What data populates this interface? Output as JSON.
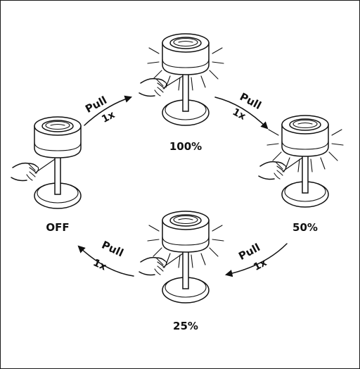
{
  "lamps": [
    {
      "id": "off",
      "label": "OFF",
      "lit": false
    },
    {
      "id": "100",
      "label": "100%",
      "lit": true
    },
    {
      "id": "50",
      "label": "50%",
      "lit": true
    },
    {
      "id": "25",
      "label": "25%",
      "lit": true
    }
  ],
  "steps": [
    {
      "from": "off",
      "to": "100",
      "action": "Pull",
      "count": "1x"
    },
    {
      "from": "100",
      "to": "50",
      "action": "Pull",
      "count": "1x"
    },
    {
      "from": "50",
      "to": "25",
      "action": "Pull",
      "count": "1x"
    },
    {
      "from": "25",
      "to": "off",
      "action": "Pull",
      "count": "1x"
    }
  ]
}
